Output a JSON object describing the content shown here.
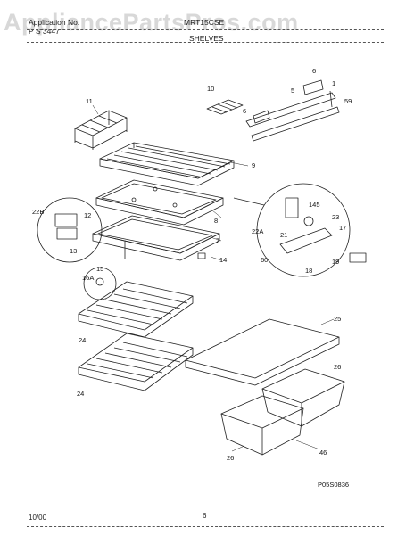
{
  "header": {
    "application_label": "Application No.",
    "application_value": "P S 3447",
    "model": "MRT15CSE",
    "section": "SHELVES"
  },
  "watermark": "AppliancePartsPros.com",
  "callouts": [
    "1",
    "5",
    "6",
    "10",
    "6",
    "59",
    "11",
    "9",
    "8",
    "145",
    "23",
    "22B",
    "12",
    "17",
    "22A",
    "21",
    "13",
    "7",
    "14",
    "60",
    "19",
    "18",
    "15",
    "16A",
    "25",
    "24",
    "26",
    "24",
    "26",
    "46"
  ],
  "drawing_code": "P05S0836",
  "footer": {
    "date": "10/00",
    "page": "6"
  },
  "colors": {
    "line": "#222222",
    "watermark": "#d8d8d8",
    "background": "#ffffff"
  }
}
